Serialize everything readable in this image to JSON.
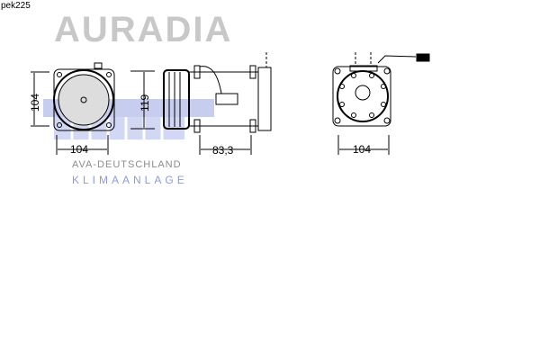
{
  "part_code": "pek225",
  "watermark": {
    "logo": "AURADIA",
    "middle": "KLIMAANLAGE",
    "bottom": "AVA-DEUTSCHLAND",
    "color": "#aab4e6"
  },
  "dimensions": {
    "front_height": "104",
    "front_width": "104",
    "side_height": "119",
    "side_length": "83,3",
    "rear_width": "104"
  }
}
